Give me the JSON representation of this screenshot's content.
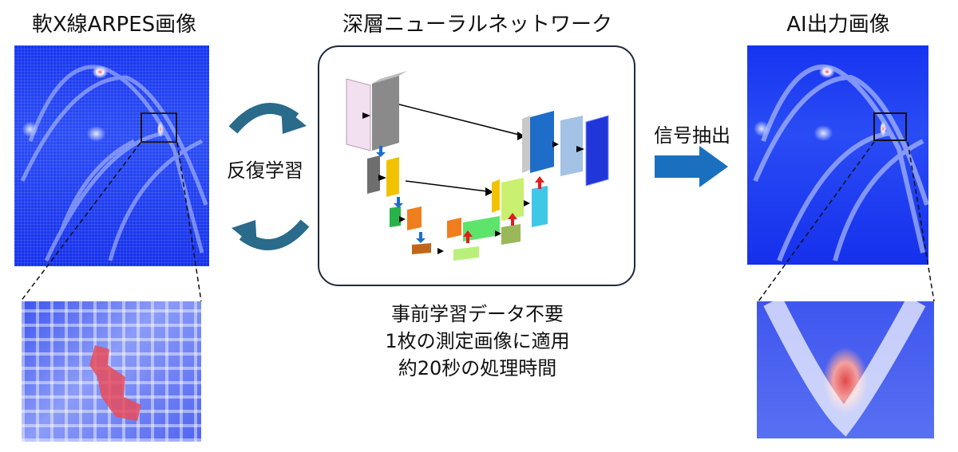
{
  "labels": {
    "input_title": "軟X線ARPES画像",
    "network_title": "深層ニューラルネットワーク",
    "output_title": "AI出力画像",
    "iterative_learning": "反復学習",
    "signal_extraction": "信号抽出"
  },
  "notes": [
    "事前学習データ不要",
    "1枚の測定画像に適用",
    "約20秒の処理時間"
  ],
  "colors": {
    "cycle_arrow": "#2a6a8a",
    "extract_arrow": "#1a6fbe",
    "image_blue": "#1634f0",
    "highlight_red": "#e24a4a"
  }
}
